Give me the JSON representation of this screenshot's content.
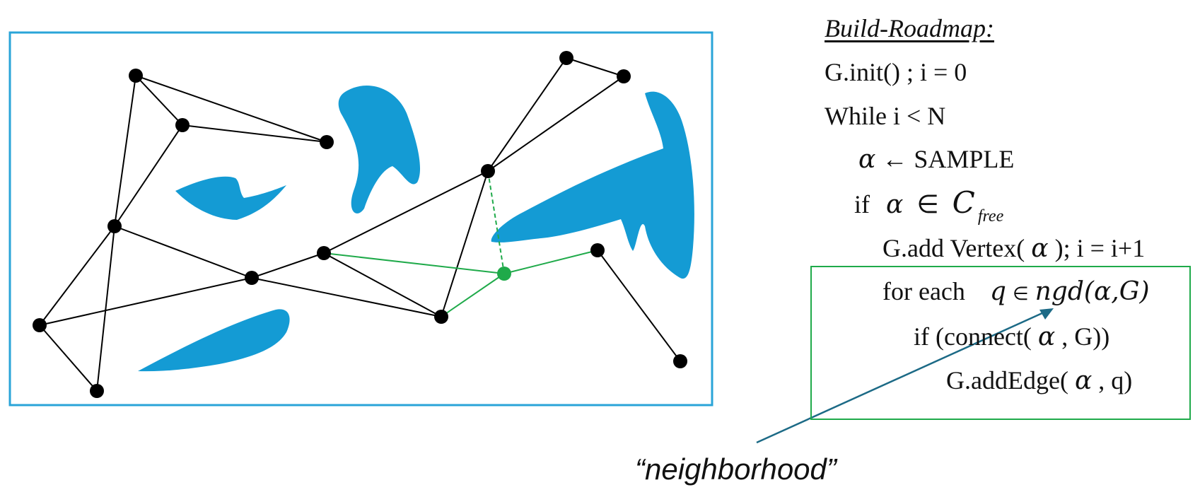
{
  "algorithm": {
    "title": "Build-Roadmap:",
    "init": "G.init() ; i = 0",
    "while_kw": "While i < N",
    "alpha": "α",
    "sample_arrow": "← SAMPLE",
    "if_kw": "if",
    "member": "∈",
    "cspace": "C",
    "cspace_sub": "free",
    "add_vertex_pre": "G.add Vertex(",
    "add_vertex_post": "); i = i+1",
    "for_each_kw": "for each",
    "q_var": "q",
    "ngd_expr": "ngd(α,G)",
    "if_connect_pre": "if (connect(",
    "if_connect_post": ", G))",
    "add_edge_pre": "G.addEdge(",
    "add_edge_post": ", q)"
  },
  "annotation": {
    "label": "“neighborhood”"
  },
  "colors": {
    "frame": "#2aa4d8",
    "obstacle": "#149bd4",
    "edge": "#000000",
    "new_edge": "#1faa4a",
    "new_node": "#1faa4a",
    "arrow": "#1c6a86",
    "highlight_box": "#1faa4a"
  }
}
